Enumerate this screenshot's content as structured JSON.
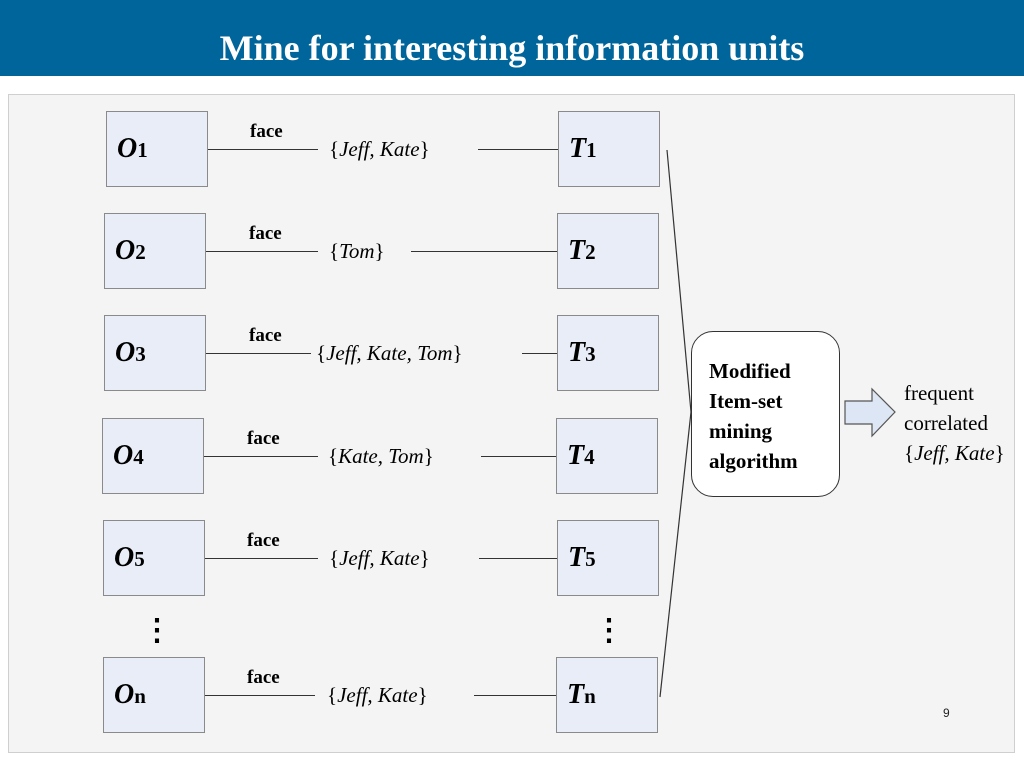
{
  "title": "Mine for interesting information units",
  "rows": [
    {
      "o_letter": "O",
      "o_sub": "1",
      "edge_label": "face",
      "set_names": "Jeff, Kate",
      "t_letter": "T",
      "t_sub": "1"
    },
    {
      "o_letter": "O",
      "o_sub": "2",
      "edge_label": "face",
      "set_names": "Tom",
      "t_letter": "T",
      "t_sub": "2"
    },
    {
      "o_letter": "O",
      "o_sub": "3",
      "edge_label": "face",
      "set_names": "Jeff, Kate, Tom",
      "t_letter": "T",
      "t_sub": "3"
    },
    {
      "o_letter": "O",
      "o_sub": "4",
      "edge_label": "face",
      "set_names": "Kate, Tom",
      "t_letter": "T",
      "t_sub": "4"
    },
    {
      "o_letter": "O",
      "o_sub": "5",
      "edge_label": "face",
      "set_names": "Jeff, Kate",
      "t_letter": "T",
      "t_sub": "5"
    },
    {
      "o_letter": "O",
      "o_sub": "n",
      "edge_label": "face",
      "set_names": "Jeff, Kate",
      "t_letter": "T",
      "t_sub": "n"
    }
  ],
  "ellipsis": "⋮",
  "algorithm": {
    "line1": "Modified",
    "line2": "Item-set",
    "line3": "mining",
    "line4": "algorithm"
  },
  "result": {
    "line1": "frequent",
    "line2": "correlated",
    "names": "Jeff, Kate"
  },
  "brace_open": "{",
  "brace_close": "}",
  "page_number": "9",
  "colors": {
    "header": "#00659a",
    "node_fill": "#e8edf7",
    "panel": "#f4f4f4",
    "arrow_fill": "#dde6f4"
  }
}
